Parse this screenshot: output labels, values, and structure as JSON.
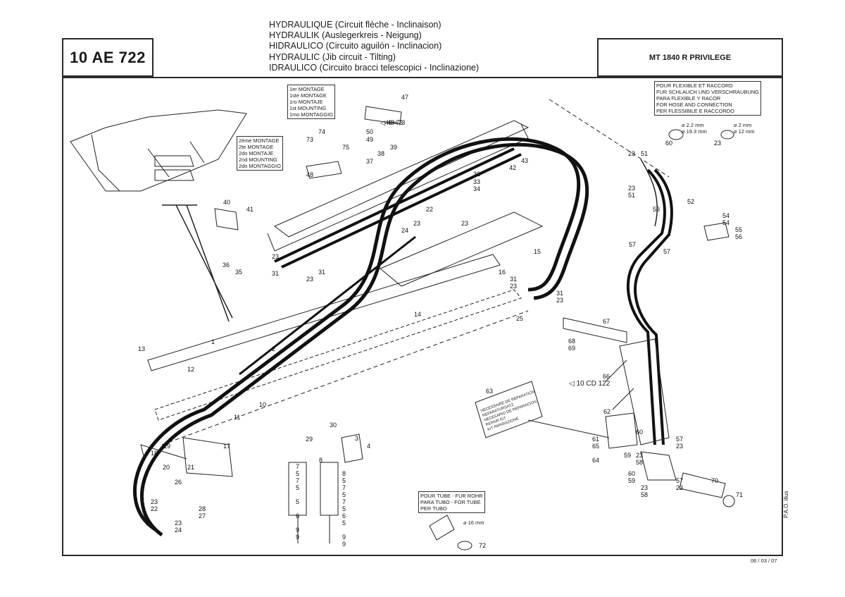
{
  "header": {
    "doc_code": "10 AE 722",
    "model": "MT 1840 R PRIVILEGE",
    "titles": [
      {
        "main": "HYDRAULIQUE",
        "sub": "(Circuit flèche - Inclinaison)"
      },
      {
        "main": "HYDRAULIK",
        "sub": "(Auslegerkreis - Neigung)"
      },
      {
        "main": "HIDRAULICO",
        "sub": "(Circuito aguilón - Inclinacion)"
      },
      {
        "main": "HYDRAULIC",
        "sub": "(Jib circuit - Tilting)"
      },
      {
        "main": "IDRAULICO",
        "sub": "(Circuito bracci telescopici - Inclinazione)"
      }
    ]
  },
  "notes": {
    "first_mounting": [
      "1er MONTAGE",
      "1ste MONTAGE",
      "1ro MONTAJE",
      "1st MOUNTING",
      "1mo MONTAGGIO"
    ],
    "second_mounting": [
      "2ème MONTAGE",
      "2te MONTAGE",
      "2do MONTAJE",
      "2nd MOUNTING",
      "2do MONTAGGIO"
    ],
    "hose_connection": [
      "POUR FLEXIBLE ET RACCORD",
      "FUR SCHLAUCH UND VERSCHRAUBUNG",
      "PARA FLEXIBLE Y RACOR",
      "FOR HOSE AND CONNECTION",
      "PER FLESSIBILE E RACCORDO"
    ],
    "tube": [
      "POUR TUBE - FUR ROHR",
      "PARA TUBO - FOR TUBE",
      "PER TUBO"
    ],
    "repair_kit": [
      "NECESSAIRE DE REPARATION",
      "REPARATURSATZ",
      "NECESARIO DE REPARACION",
      "REPAIR KIT",
      "KIT RIPARAZIONE"
    ]
  },
  "dimensions": {
    "oring_60_a": "⌀ 2.2 mm",
    "oring_60_b": "⌀ 19.3 mm",
    "oring_23_a": "⌀ 2 mm",
    "oring_23_b": "⌀ 12 mm",
    "tube_72": "⌀ 16 mm"
  },
  "references": {
    "ref_48_73": "48+73",
    "ref_10cd122": "10 CD 122"
  },
  "callouts": [
    {
      "id": "c47",
      "label": "47"
    },
    {
      "id": "c48_73",
      "label": "48+73"
    },
    {
      "id": "c50",
      "label": "50"
    },
    {
      "id": "c49",
      "label": "49"
    },
    {
      "id": "c39",
      "label": "39"
    },
    {
      "id": "c38",
      "label": "38"
    },
    {
      "id": "c37",
      "label": "37"
    },
    {
      "id": "c74",
      "label": "74"
    },
    {
      "id": "c73",
      "label": "73"
    },
    {
      "id": "c75",
      "label": "75"
    },
    {
      "id": "c48",
      "label": "48"
    },
    {
      "id": "c43",
      "label": "43"
    },
    {
      "id": "c42",
      "label": "42"
    },
    {
      "id": "c32",
      "label": "32"
    },
    {
      "id": "c33",
      "label": "33"
    },
    {
      "id": "c34",
      "label": "34"
    },
    {
      "id": "c40",
      "label": "40"
    },
    {
      "id": "c41",
      "label": "41"
    },
    {
      "id": "c22a",
      "label": "22"
    },
    {
      "id": "c23a",
      "label": "23"
    },
    {
      "id": "c23b",
      "label": "23"
    },
    {
      "id": "c24",
      "label": "24"
    },
    {
      "id": "c15",
      "label": "15"
    },
    {
      "id": "c16",
      "label": "16"
    },
    {
      "id": "c36",
      "label": "36"
    },
    {
      "id": "c35",
      "label": "35"
    },
    {
      "id": "c23c",
      "label": "23"
    },
    {
      "id": "c31a",
      "label": "31"
    },
    {
      "id": "c31b",
      "label": "31"
    },
    {
      "id": "c23d",
      "label": "23"
    },
    {
      "id": "c31c",
      "label": "31"
    },
    {
      "id": "c23e",
      "label": "23"
    },
    {
      "id": "c31d",
      "label": "31"
    },
    {
      "id": "c23f",
      "label": "23"
    },
    {
      "id": "c14",
      "label": "14"
    },
    {
      "id": "c25",
      "label": "25"
    },
    {
      "id": "c13",
      "label": "13"
    },
    {
      "id": "c1",
      "label": "1"
    },
    {
      "id": "c2",
      "label": "2"
    },
    {
      "id": "c12",
      "label": "12"
    },
    {
      "id": "c10",
      "label": "10"
    },
    {
      "id": "c11",
      "label": "11"
    },
    {
      "id": "c30",
      "label": "30"
    },
    {
      "id": "c29",
      "label": "29"
    },
    {
      "id": "c3",
      "label": "3"
    },
    {
      "id": "c4",
      "label": "4"
    },
    {
      "id": "c19",
      "label": "19"
    },
    {
      "id": "c18",
      "label": "18"
    },
    {
      "id": "c17",
      "label": "17"
    },
    {
      "id": "c20",
      "label": "20"
    },
    {
      "id": "c21",
      "label": "21"
    },
    {
      "id": "c26",
      "label": "26"
    },
    {
      "id": "c23g",
      "label": "23"
    },
    {
      "id": "c22b",
      "label": "22"
    },
    {
      "id": "c28",
      "label": "28"
    },
    {
      "id": "c27",
      "label": "27"
    },
    {
      "id": "c23h",
      "label": "23"
    },
    {
      "id": "c24b",
      "label": "24"
    },
    {
      "id": "c8a",
      "label": "8"
    },
    {
      "id": "c7a",
      "label": "7"
    },
    {
      "id": "c5a",
      "label": "5"
    },
    {
      "id": "c7b",
      "label": "7"
    },
    {
      "id": "c5b",
      "label": "5"
    },
    {
      "id": "c5c",
      "label": "5"
    },
    {
      "id": "c6a",
      "label": "6"
    },
    {
      "id": "c9a",
      "label": "9"
    },
    {
      "id": "c9b",
      "label": "9"
    },
    {
      "id": "c8b",
      "label": "8"
    },
    {
      "id": "c5d",
      "label": "5"
    },
    {
      "id": "c7c",
      "label": "7"
    },
    {
      "id": "c5e",
      "label": "5"
    },
    {
      "id": "c7d",
      "label": "7"
    },
    {
      "id": "c5f",
      "label": "5"
    },
    {
      "id": "c6b",
      "label": "6"
    },
    {
      "id": "c5g",
      "label": "5"
    },
    {
      "id": "c9c",
      "label": "9"
    },
    {
      "id": "c9d",
      "label": "9"
    },
    {
      "id": "c72",
      "label": "72"
    },
    {
      "id": "c60",
      "label": "60"
    },
    {
      "id": "c23i",
      "label": "23"
    },
    {
      "id": "c23j",
      "label": "23"
    },
    {
      "id": "c51a",
      "label": "51"
    },
    {
      "id": "c23k",
      "label": "23"
    },
    {
      "id": "c51b",
      "label": "51"
    },
    {
      "id": "c52",
      "label": "52"
    },
    {
      "id": "c53",
      "label": "53"
    },
    {
      "id": "c54a",
      "label": "54"
    },
    {
      "id": "c54b",
      "label": "54"
    },
    {
      "id": "c55",
      "label": "55"
    },
    {
      "id": "c56",
      "label": "56"
    },
    {
      "id": "c57a",
      "label": "57"
    },
    {
      "id": "c57b",
      "label": "57"
    },
    {
      "id": "c67",
      "label": "67"
    },
    {
      "id": "c68",
      "label": "68"
    },
    {
      "id": "c69",
      "label": "69"
    },
    {
      "id": "c66",
      "label": "66"
    },
    {
      "id": "c63",
      "label": "63"
    },
    {
      "id": "c62",
      "label": "62"
    },
    {
      "id": "c61",
      "label": "61"
    },
    {
      "id": "c65",
      "label": "65"
    },
    {
      "id": "c64",
      "label": "64"
    },
    {
      "id": "c60b",
      "label": "60"
    },
    {
      "id": "c59a",
      "label": "59"
    },
    {
      "id": "c23l",
      "label": "23"
    },
    {
      "id": "c58a",
      "label": "58"
    },
    {
      "id": "c57c",
      "label": "57"
    },
    {
      "id": "c23m",
      "label": "23"
    },
    {
      "id": "c60c",
      "label": "60"
    },
    {
      "id": "c59b",
      "label": "59"
    },
    {
      "id": "c23n",
      "label": "23"
    },
    {
      "id": "c58b",
      "label": "58"
    },
    {
      "id": "c57d",
      "label": "57"
    },
    {
      "id": "c23o",
      "label": "23"
    },
    {
      "id": "c70",
      "label": "70"
    },
    {
      "id": "c71",
      "label": "71"
    }
  ],
  "footer": {
    "date": "06 / 03 / 07",
    "illus": "P.A.O. illus"
  }
}
